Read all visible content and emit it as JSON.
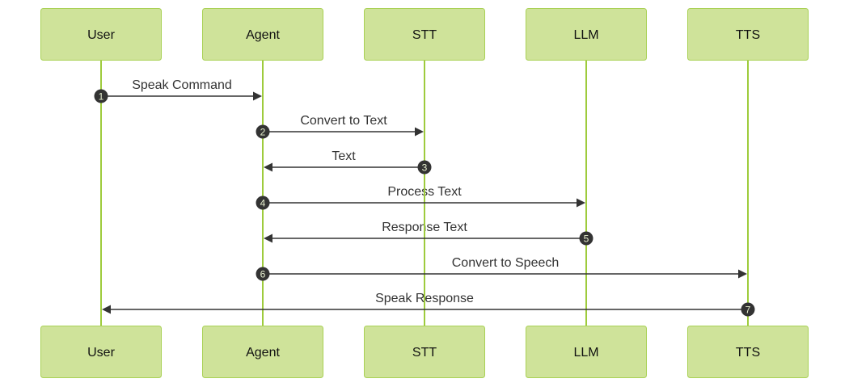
{
  "diagram": {
    "type": "sequence",
    "colors": {
      "actor_fill": "#cfe39a",
      "actor_border": "#a9d155",
      "lifeline": "#9ecb3c",
      "message": "#333333",
      "sequence_badge": "#333333"
    },
    "actors": [
      {
        "id": "user",
        "label": "User"
      },
      {
        "id": "agent",
        "label": "Agent"
      },
      {
        "id": "stt",
        "label": "STT"
      },
      {
        "id": "llm",
        "label": "LLM"
      },
      {
        "id": "tts",
        "label": "TTS"
      }
    ],
    "messages": [
      {
        "seq": "1",
        "from": "user",
        "to": "agent",
        "label": "Speak Command"
      },
      {
        "seq": "2",
        "from": "agent",
        "to": "stt",
        "label": "Convert to Text"
      },
      {
        "seq": "3",
        "from": "stt",
        "to": "agent",
        "label": "Text"
      },
      {
        "seq": "4",
        "from": "agent",
        "to": "llm",
        "label": "Process Text"
      },
      {
        "seq": "5",
        "from": "llm",
        "to": "agent",
        "label": "Response Text"
      },
      {
        "seq": "6",
        "from": "agent",
        "to": "tts",
        "label": "Convert to Speech"
      },
      {
        "seq": "7",
        "from": "tts",
        "to": "user",
        "label": "Speak Response"
      }
    ]
  }
}
